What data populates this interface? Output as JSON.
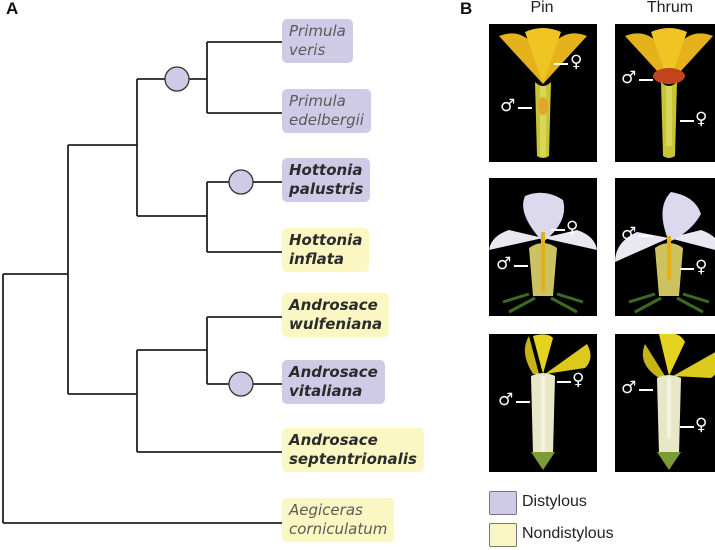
{
  "panels": {
    "a": "A",
    "b": "B"
  },
  "colors": {
    "distylous": "#cfcbe6",
    "nondistylous": "#fbf7c2",
    "marker": "#cfcbe6",
    "line": "#222222"
  },
  "taxa": [
    {
      "genus": "Primula",
      "species": "veris",
      "type": "distylous",
      "bold": false
    },
    {
      "genus": "Primula",
      "species": "edelbergii",
      "type": "distylous",
      "bold": false
    },
    {
      "genus": "Hottonia",
      "species": "palustris",
      "type": "distylous",
      "bold": true
    },
    {
      "genus": "Hottonia",
      "species": "inflata",
      "type": "nondistylous",
      "bold": true
    },
    {
      "genus": "Androsace",
      "species": "wulfeniana",
      "type": "nondistylous",
      "bold": true
    },
    {
      "genus": "Androsace",
      "species": "vitaliana",
      "type": "distylous",
      "bold": true
    },
    {
      "genus": "Androsace",
      "species": "septentrionalis",
      "type": "nondistylous",
      "bold": true
    },
    {
      "genus": "Aegiceras",
      "species": "corniculatum",
      "type": "nondistylous",
      "bold": false
    }
  ],
  "columns": {
    "pin": "Pin",
    "thrum": "Thrum"
  },
  "symbols": {
    "male": "♂",
    "female": "♀"
  },
  "legend": {
    "distylous": "Distylous",
    "nondistylous": "Nondistylous"
  }
}
